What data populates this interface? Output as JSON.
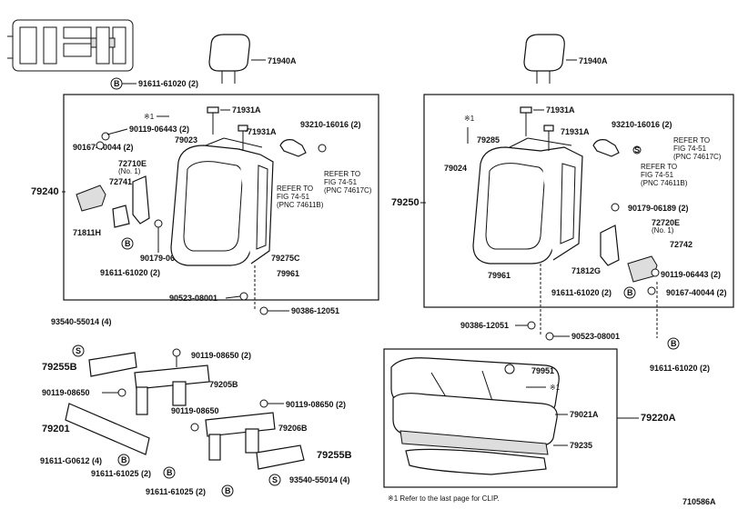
{
  "labels": {
    "hr_left": "71940A",
    "hr_right": "71940A",
    "b_top_left": "91611-61020 (2)",
    "s1_left": "※1",
    "r71931a_l1": "71931A",
    "r71931a_l2": "71931A",
    "r79023": "79023",
    "r93210_l": "93210-16016 (2)",
    "r90119_l": "90119-06443 (2)",
    "r90167_l": "90167-40044 (2)",
    "r72710e": "72710E",
    "r72710e_sub": "(No. 1)",
    "r72741": "72741",
    "r79240": "79240",
    "r71811h": "71811H",
    "r90179_l": "90179-06189 (2)",
    "r91611_l": "91611-61020 (2)",
    "ref_l1": "REFER TO",
    "ref_l2": "FIG 74-51",
    "ref_l3": "(PNC 74617C)",
    "ref_l4": "REFER TO",
    "ref_l5": "FIG 74-51",
    "ref_l6": "(PNC 74611B)",
    "r79275c": "79275C",
    "r79961_l": "79961",
    "r90523_l": "90523-08001",
    "r90386_l": "90386-12051",
    "s1_right": "※1",
    "r71931a_r1": "71931A",
    "r71931a_r2": "71931A",
    "r79285": "79285",
    "r79024": "79024",
    "r93210_r": "93210-16016 (2)",
    "ref_r1": "REFER TO",
    "ref_r2": "FIG 74-51",
    "ref_r3": "(PNC 74617C)",
    "ref_r4": "REFER TO",
    "ref_r5": "FIG 74-51",
    "ref_r6": "(PNC 74611B)",
    "r79250": "79250",
    "r90179_r": "90179-06189 (2)",
    "r72720e": "72720E",
    "r72720e_sub": "(No. 1)",
    "r72742": "72742",
    "r71812g": "71812G",
    "r90119_r": "90119-06443 (2)",
    "r79961_r": "79961",
    "r91611_r": "91611-61020 (2)",
    "r90167_r": "90167-40044 (2)",
    "r90386_r": "90386-12051",
    "r90523_r": "90523-08001",
    "b_right_bottom": "91611-61020 (2)",
    "r93540_a": "93540-55014 (4)",
    "r79255b_a": "79255B",
    "r90119_08650_a": "90119-08650 (2)",
    "r79205b": "79205B",
    "r90119_08650_b": "90119-08650",
    "r90119_08650_c": "90119-08650 (2)",
    "r90119_08650_d": "90119-08650",
    "r79201": "79201",
    "r79206b": "79206B",
    "r91611_g0612": "91611-G0612 (4)",
    "r79255b_b": "79255B",
    "r91611_61025_a": "91611-61025 (2)",
    "r91611_61025_b": "91611-61025 (2)",
    "r93540_b": "93540-55014 (4)",
    "r79951": "79951",
    "s1_cush": "※1",
    "r79021a": "79021A",
    "r79220a": "79220A",
    "r79235": "79235",
    "footnote": "※1  Refer to the last page for CLIP.",
    "drawing_no": "710586A",
    "marker_b": "B",
    "marker_s": "S"
  }
}
